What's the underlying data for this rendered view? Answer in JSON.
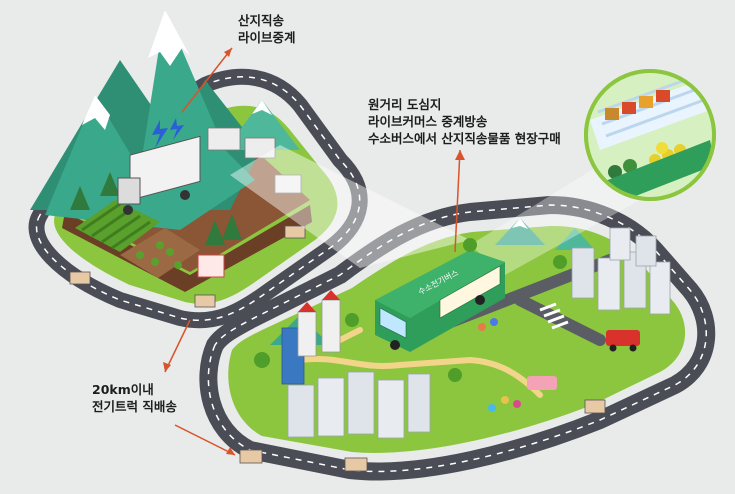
{
  "labels": {
    "farm_live": [
      "산지직송",
      "라이브중계"
    ],
    "bus_live": [
      "원거리 도심지",
      "라이브커머스 중계방송",
      "수소버스에서 산지직송물품 현장구매"
    ],
    "truck_delivery": [
      "20km이내",
      "전기트럭 직배송"
    ]
  },
  "bus_side_text": "수소전기버스",
  "colors": {
    "background": "#e9eaea",
    "road": "#4a4d55",
    "road_line": "#ffffff",
    "grass": "#8cc63f",
    "grass_dark": "#5aa02c",
    "soil": "#7a4a2e",
    "mountain": "#3aa88a",
    "snow": "#ffffff",
    "bus": "#2f9e5a",
    "arrow": "#d9532b",
    "building": "#dfe3ea",
    "highlight_beam": "#ffffff"
  },
  "icons": [
    "lightning-icon",
    "bus-icon",
    "truck-icon",
    "magnifier-circle-icon"
  ]
}
